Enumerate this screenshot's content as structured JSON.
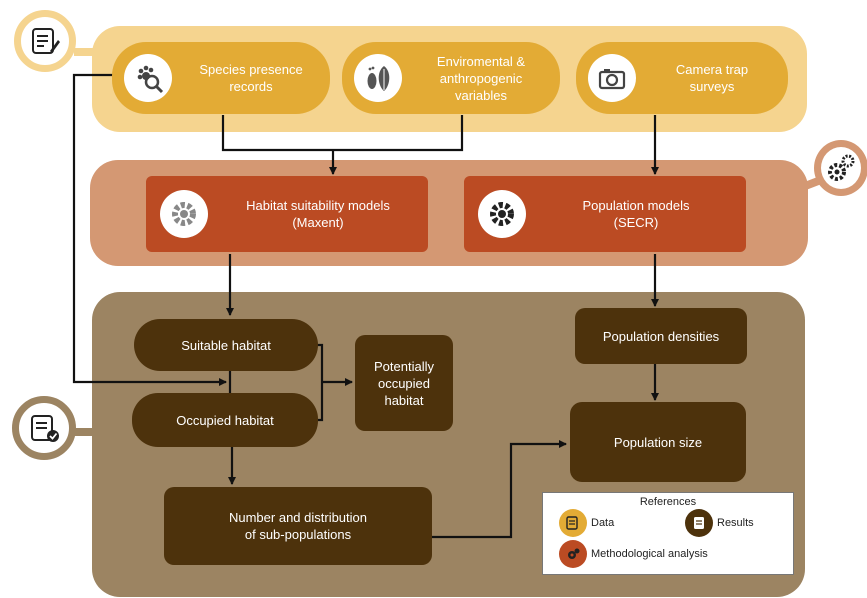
{
  "data_row": {
    "species": "Species presence records",
    "env_line1": "Enviromental  &",
    "env_line2": "anthropogenic",
    "env_line3": "variables",
    "camera_line1": "Camera trap",
    "camera_line2": "surveys"
  },
  "models_row": {
    "habitat_line1": "Habitat suitability models",
    "habitat_line2": "(Maxent)",
    "population_line1": "Population models",
    "population_line2": "(SECR)"
  },
  "results": {
    "suitable": "Suitable habitat",
    "occupied": "Occupied habitat",
    "potential_line1": "Potentially",
    "potential_line2": "occupied",
    "potential_line3": "habitat",
    "number_line1": "Number and distribution",
    "number_line2": "of sub-populations",
    "densities": "Population densities",
    "size": "Population size"
  },
  "references": {
    "title": "References",
    "data": "Data",
    "results": "Results",
    "method": "Methodological analysis"
  },
  "colors": {
    "data_panel": "#f5d48f",
    "data_node": "#e3ab35",
    "model_panel": "#d49873",
    "model_node": "#bb4b23",
    "results_panel": "#9c8462",
    "results_node": "#4d320c"
  }
}
